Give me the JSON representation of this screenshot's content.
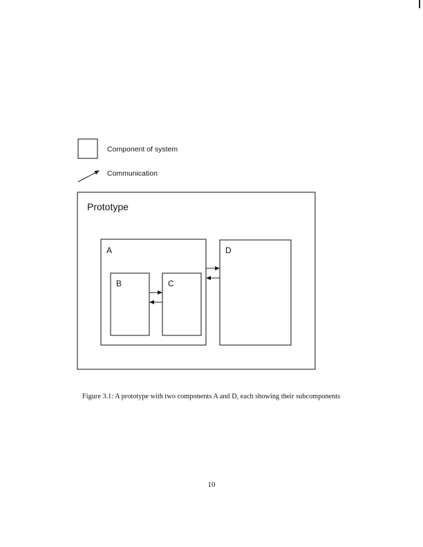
{
  "legend": {
    "component_label": "Component of system",
    "communication_label": "Communication"
  },
  "diagram": {
    "outer_label": "Prototype",
    "components": {
      "a": "A",
      "b": "B",
      "c": "C",
      "d": "D"
    }
  },
  "caption": "Figure 3.1: A prototype with two components A and D, each showing their subcomponents",
  "page_number": "10"
}
